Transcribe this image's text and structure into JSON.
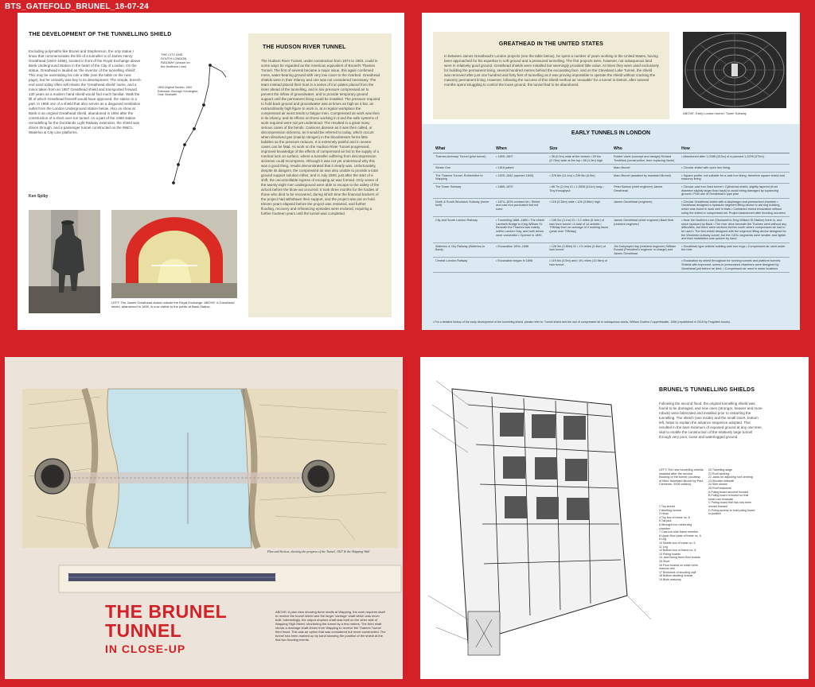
{
  "slug": "BTS_GATEFOLD_BRUNEL_18-07-24",
  "page1": {
    "title": "THE DEVELOPMENT OF THE TUNNELLING SHIELD",
    "body": "Excluding polymaths like Brunel and Stephenson, the only statue I know that commemorates the life of a tunneller is of James Henry Greathead (1844–1896), located in front of the Royal Exchange above Bank Underground Station in the heart of the City of London. On the statue, Greathead is lauded as 'the inventor of the tunnelling shield'. This may be overstating his role a little (see the table on the next page), but he certainly was key to its development. The simple, breech-end used today often still retains the 'Greathead shield' name, and a minor taken from an 1887 Greathead shield and transported forward 130 years as a modern hand shield would find much familiar. Walk the lift of which Greathead himself would have approved, the station is a part. In 1958 one of a shield that also serves as a disguised ventilation outlet from the London Underground station below. Also on show at Bank is an original Greathead shield, abandoned in 1894 after the construction of a short over-run tunnel. As a part of the 1988 station remodelling for the Docklands Light Railway extension, the shield was driven through, and a passenger tunnel constructed on the W&CL Waterloo & City Line platforms.",
    "map_caption": "THE CITY AND SOUTH LONDON RAILWAY (shown on the Northern Line)",
    "map_legend": "1890 Original Section; 1900 Extension; Borough; Kennington; Oval; Stockwell",
    "byline": "Ken Spiby",
    "photo_caption": "LEFT: The James Greathead statue outside the Royal Exchange. ABOVE: A Greathead shield, abandoned in 1890, is now visible to the public at Bank Station.",
    "sidebar_title": "THE HUDSON RIVER TUNNEL",
    "sidebar_body": "The Hudson River Tunnel, under construction from 1874 to 1904, could in some ways be regarded as the American equivalent of Brunel's Thames Tunnel. The first of several became a major issue, this again confirmed mess, water-bearing ground with very low cover to the riverbed. Greathead shields were in their infancy and one was not considered necessary. The team instead placed their trust in a series of iron plates placed from the inner ahead of the tunnelling, and in low pressure compressed air to prevent the inflow of groundwater, and to provide temporary ground support until the permanent lining could be installed. The pressure required to hold back ground and groundwater was at times as high as 4 bar, an extraordinarily high figure to work in, at a regular workplace the compressed air worst tends to fatigue men. Compressed air work was then in its infancy, and its effects on those working in it and the safe systems of work required were not yet understood. The resulted in a great many serious cases of the bends. Caissons disease as it was then called, or decompression sickness, as it would be referred to today, which occurs when dissolved gas (mainly nitrogen) in the bloodstream forms little bubbles as the pressure reduces. It is extremely painful and in severe cases can be fatal. As work on the Hudson River Tunnel progressed, improved knowledge of the effects of compressed air led to the supply of a medical lock on surface, where a tunneller suffering from decompression sickness could recompress. Although it was not yet understood why this was a good thing, results demonstrated that it clearly was. Unfortunately, despite its dangers, the compressed air was also unable to provide a total ground support solution either, and in July 1880, just after the start of a shift, the uncontrollable ingress of escaping air was formed. Only seven of the twenty-eight men underground were able to escape to the safety of the airlock before the blow-out occurred. It took three months for the bodies of those who died to be recovered, during which time the financial backers of the project had withdrawn their support, and the project was put on hold. Eleven years elapsed before the project was restarted, and further flooding, recovery and refinancing episodes were endured, requiring a further fourteen years until the tunnel was completed."
  },
  "page2": {
    "title": "GREATHEAD IN THE UNITED STATES",
    "body": "In between James Greathead's London projects (see the table below), he spent a number of years working in the United States, having been approached for his expertise in soft ground and a pressured tunnelling. The first projects were, however, not subaqueous land were in relatively good ground. Greathead shields were installed but seemingly provided little value. At times they were used exclusively for building the permanent lining, several hundred metres behind the excavating face, and on the Cleveland Lake Tunnel, the shield was removed after just one hundred and forty feet of tunnelling as it was proving impossible to operate the shield without cracking the masonry permanent lining. However, following the success of this shield method as 'unusable' for a tunnel in Detroit, after several months spent struggling to control the loose ground, the tunnel had to be abandoned.",
    "photo_caption": "ABOVE: Early London tunnel: Tower Subway",
    "table": {
      "title": "EARLY TUNNELS IN LONDON",
      "headers": [
        "What",
        "When",
        "Size",
        "Who",
        "How"
      ],
      "rows": [
        [
          "Thames Archway Tunnel (pilot tunnel)",
          "• 1805–1807",
          "• 3ft (0.9m) wide at the bottom • 2ft 6in (0.76m) wide at the top • 5ft (1.5m) high",
          "Robert Vazie (concept and design) Richard Trevithick (construction, then replacing Vazie)",
          "• Abandoned after 1,028ft (313m) of a planned 1,220ft (372m)."
        ],
        [
          "Steam One",
          "• 1818 patent",
          "",
          "Marc Brunel",
          "• Circular shield with open iron lining"
        ],
        [
          "The Thames Tunnel, Rotherhithe to Wapping",
          "• 1825–1842 (opened 1843)",
          "• 37ft 6in (11.4m) x 22ft 6in (6.9m)",
          "Marc Brunel (assisted by Isambard Brunel)",
          "• Square profile, not suitable for a cast iron lining, therefore square shield and masonry lining"
        ],
        [
          "The Tower Subway",
          "• 1869–1870",
          "• 6ft 7in (2.0m) ID • 1,350ft (411m) long • Tiny throughput",
          "Peter Barlow (chief engineer) James Greathead",
          "• Circular cast iron lined tunnel • Cylindrical shield, slightly tapered (front diameter slightly larger than back) to avoid being damaged by squeezing ground • First use of Greathead's type plan"
        ],
        [
          "North & South Woolwich Subway (never built)",
          "• 1874–1876 contract let • Shield and cast iron purchased but not used",
          "• 11ft (3.35m) wide • 12ft (3.66m) high",
          "James Greathead (engineer)",
          "• Circular Greathead shield with a diaphragm and pressurised chamber • Greathead designed a hydraulic segment lifting device to aid ring building, which was found in work well in trials • Contained mixed excavation without using the shield or compressed air. Project abandoned after flooding occurred."
        ],
        [
          "City and South London Railway",
          "• Tunnelling 1886–1889 • The shield Lambeth Bridge to King William St. Beneath the Thames was mainly within London Clay, and both drives were uneventful • Opened in 1890",
          "• 10ft 2in (3.1m) ID • 3.2 miles (5.1km) of twin bore tunnel • A total of 14 shields • 70ft/day from an average of 4 working faces (peak over 70ft/day)",
          "James Greathead (chief engineer) Basil Mott (resident engineer)",
          "• Near the Northern Line (Stockwell to King William St Station) there is, and since replaced by Bank • The river drive beneath the Thames went without any difficulties, but there were sections further south where compressed air had to be used • The first shield designed with the segment lifting device designed for the Woolwich subway tunnel, but the C&SL segments were smaller and lighter, and their installation was quicker by hand"
        ],
        [
          "Waterloo & City Railway (Waterloo to Bank)",
          "• Excavation 1894–1898",
          "• 12ft 9in (3.89m) ID • 1½ miles (2.4km) of twin tunnel",
          "Jim Dalrymple-Hay (resident engineer) William Ronald (President's engineer in charge) and James Greathead",
          "• Greathead type shields building cast iron rings • Compressed air used under the river"
        ],
        [
          "Central London Railway",
          "• Excavation began in 1896",
          "• 11ft 6in (3.5m) and • 6¼ miles (10.9km) of twin tunnel",
          "",
          "• Excavation by shield throughout for running tunnels and platform tunnels. Shields with improved, screw-in pressurised chambers were designed by Greathead just before he died. • Compressed air used in some locations"
        ]
      ],
      "footnote": "• For a detailed history of the early development of the tunnelling shield, please refer to: Tunnel shield and the use of compressed air in subaqueous works, William Charles Copperthwaite, 1906 (republished in 2018 by Forgotten books)."
    }
  },
  "page3": {
    "drawing_note": "Plan and Section, shewing the progress of the Tunnel, 1827 & the Shipping Wall",
    "caption": "ABOVE: A plan view showing three shafts at Wapping, the work requires shaft to receive the tunnel shield and the larger 'carriage' shaft which was never built. Interestingly, the output requires shaft was built on the other side of Wapping High Street, shortening the tunnel by a few metres. The third shaft shows a drainage shaft driven from Wapping to receive the Thames Tunnel third head. This was an option that was considered but never constructed. The tunnel has been marked up by hand showing the position of the shield at the first two flooding events.",
    "hero_line1": "THE BRUNEL",
    "hero_line2": "TUNNEL",
    "hero_line3": "IN CLOSE-UP"
  },
  "page4": {
    "title": "BRUNEL'S TUNNELLING SHIELDS",
    "intro": "Following the second flood, the original tunnelling shield was found to be damaged, and new ones (stronger, heavier and more robust) were fabricated and installed prior to restarting the tunnelling. The sketch (see inside) and the small insert, bottom left, helps to explain the advance sequence adopted. This resulted in the bare minimum of exposed ground at any one time, vital to enable the construction of the relatively large tunnel through very poor, loose and waterlogged ground.",
    "caption": "LEFT: The new tunnelling shields installed after the second flooding of the tunnel (courtesy of Marc Isambard Brunel by Paul Clements, 2006 edition).",
    "key_a": [
      "1 Top stones",
      "2 Abutting screws",
      "3 Head",
      "4 Top box of frame no. 6",
      "5 Tail jack",
      "6 Wrought iron reinforcing chamber",
      "7 Cast iron side frame member",
      "8 Upper floor plate of frame no. 6",
      "9 Leg",
      "10 Middle box of frame no. 6",
      "11 Leg",
      "12 Bottom box of frame no. 6",
      "13 Poling boards",
      "14 Jack facing them floor boards",
      "15 Shoe",
      "16 Floor boards on which brick masons rest",
      "17 Brickwork of shooting wall",
      "18 Bottom abutting screws",
      "19 Brick masonry"
    ],
    "key_b": [
      "20 Travelling stage",
      "21 Roof centring",
      "22 Jacks for adjusting roof centring",
      "23 Wooden sidewall",
      "24 Side stones",
      "25 Roof brickwork",
      "A Poling board secured forward",
      "B Poling board removed so that miner can excavate",
      "C Poling board that has now been moved forward",
      "D Poling screws to hold poling board in position"
    ]
  },
  "colors": {
    "frame_red": "#d32128",
    "sidebar_cream": "#f0ebd6",
    "table_blue": "#dbe9f2",
    "plan_paper": "#e8dcc0",
    "river_blue": "#c6e2ea"
  }
}
